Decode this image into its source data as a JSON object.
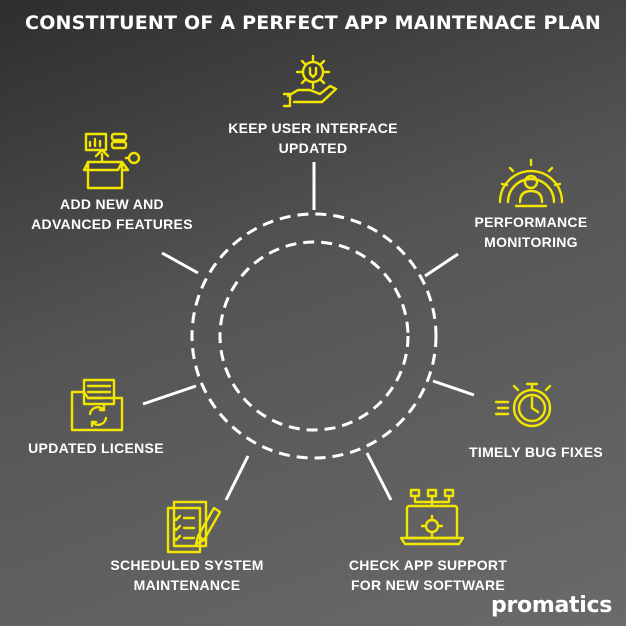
{
  "title": "CONSTITUENT OF A PERFECT APP MAINTENACE PLAN",
  "accent_color": "#f2e600",
  "items": [
    {
      "icon": "gear-hand-icon",
      "line1": "KEEP USER INTERFACE",
      "line2": "UPDATED"
    },
    {
      "icon": "speedometer-user-icon",
      "line1": "PERFORMANCE",
      "line2": "MONITORING"
    },
    {
      "icon": "stopwatch-icon",
      "line1": "TIMELY BUG FIXES",
      "line2": ""
    },
    {
      "icon": "laptop-gear-icon",
      "line1": "CHECK APP SUPPORT",
      "line2": "FOR NEW SOFTWARE"
    },
    {
      "icon": "checklist-pen-icon",
      "line1": "SCHEDULED SYSTEM",
      "line2": "MAINTENANCE"
    },
    {
      "icon": "license-folder-icon",
      "line1": "UPDATED LICENSE",
      "line2": ""
    },
    {
      "icon": "feature-box-icon",
      "line1": "ADD NEW AND",
      "line2": "ADVANCED FEATURES"
    }
  ],
  "brand": "promatics"
}
